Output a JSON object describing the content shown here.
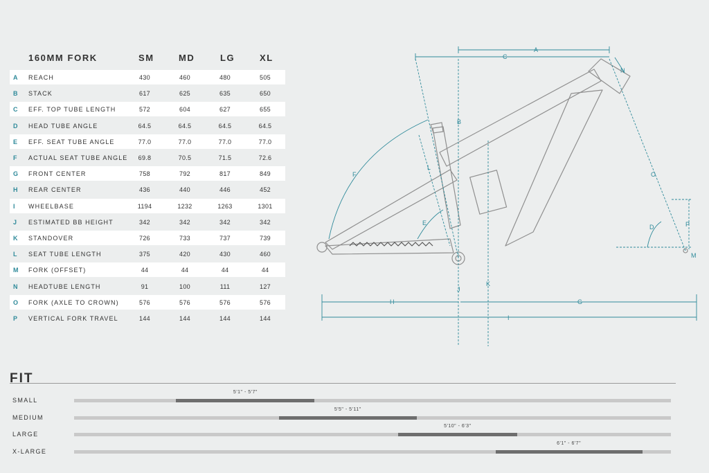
{
  "table": {
    "title": "160MM FORK",
    "sizes": [
      "SM",
      "MD",
      "LG",
      "XL"
    ],
    "rows": [
      {
        "letter": "A",
        "label": "REACH",
        "values": [
          "430",
          "460",
          "480",
          "505"
        ]
      },
      {
        "letter": "B",
        "label": "STACK",
        "values": [
          "617",
          "625",
          "635",
          "650"
        ]
      },
      {
        "letter": "C",
        "label": "EFF. TOP TUBE LENGTH",
        "values": [
          "572",
          "604",
          "627",
          "655"
        ]
      },
      {
        "letter": "D",
        "label": "HEAD TUBE ANGLE",
        "values": [
          "64.5",
          "64.5",
          "64.5",
          "64.5"
        ]
      },
      {
        "letter": "E",
        "label": "EFF. SEAT TUBE ANGLE",
        "values": [
          "77.0",
          "77.0",
          "77.0",
          "77.0"
        ]
      },
      {
        "letter": "F",
        "label": "ACTUAL SEAT TUBE ANGLE",
        "values": [
          "69.8",
          "70.5",
          "71.5",
          "72.6"
        ]
      },
      {
        "letter": "G",
        "label": "FRONT CENTER",
        "values": [
          "758",
          "792",
          "817",
          "849"
        ]
      },
      {
        "letter": "H",
        "label": "REAR CENTER",
        "values": [
          "436",
          "440",
          "446",
          "452"
        ]
      },
      {
        "letter": "I",
        "label": "WHEELBASE",
        "values": [
          "1194",
          "1232",
          "1263",
          "1301"
        ]
      },
      {
        "letter": "J",
        "label": "ESTIMATED BB HEIGHT",
        "values": [
          "342",
          "342",
          "342",
          "342"
        ]
      },
      {
        "letter": "K",
        "label": "STANDOVER",
        "values": [
          "726",
          "733",
          "737",
          "739"
        ]
      },
      {
        "letter": "L",
        "label": "SEAT TUBE LENGTH",
        "values": [
          "375",
          "420",
          "430",
          "460"
        ]
      },
      {
        "letter": "M",
        "label": "FORK (OFFSET)",
        "values": [
          "44",
          "44",
          "44",
          "44"
        ]
      },
      {
        "letter": "N",
        "label": "HEADTUBE LENGTH",
        "values": [
          "91",
          "100",
          "111",
          "127"
        ]
      },
      {
        "letter": "O",
        "label": "FORK (AXLE TO CROWN)",
        "values": [
          "576",
          "576",
          "576",
          "576"
        ]
      },
      {
        "letter": "P",
        "label": "VERTICAL FORK TRAVEL",
        "values": [
          "144",
          "144",
          "144",
          "144"
        ]
      }
    ]
  },
  "fit": {
    "title": "FIT",
    "rows": [
      {
        "label": "SMALL",
        "range": "5'1\" - 5'7\"",
        "start": 0.171,
        "end": 0.403
      },
      {
        "label": "MEDIUM",
        "range": "5'5\" - 5'11\"",
        "start": 0.343,
        "end": 0.574
      },
      {
        "label": "LARGE",
        "range": "5'10\" - 6'3\"",
        "start": 0.543,
        "end": 0.742
      },
      {
        "label": "X-LARGE",
        "range": "6'1\" - 6'7\"",
        "start": 0.706,
        "end": 0.952
      }
    ]
  },
  "diagram": {
    "dim_labels": [
      "A",
      "B",
      "C",
      "D",
      "E",
      "F",
      "G",
      "H",
      "I",
      "J",
      "K",
      "L",
      "M",
      "N",
      "O",
      "P"
    ],
    "accent_color": "#2f8a9a",
    "line_color": "#8f8f8f"
  }
}
